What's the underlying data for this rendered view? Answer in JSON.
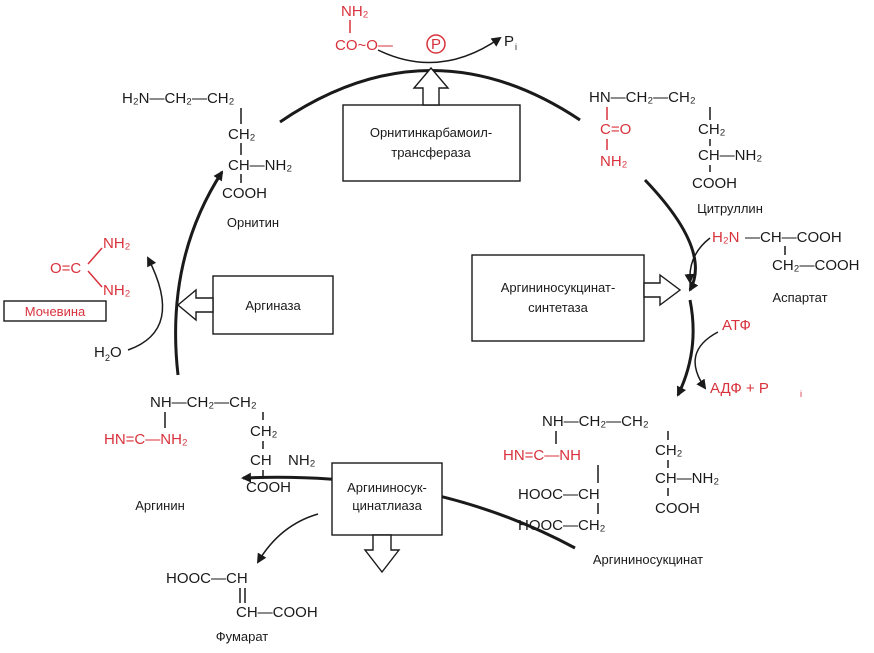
{
  "enzymes": {
    "otc": [
      "Орнитинкарбамоил-",
      "трансфераза"
    ],
    "ass": [
      "Аргининосукцинат-",
      "синтетаза"
    ],
    "asl": [
      "Аргининосук-",
      "цинатлиаза"
    ],
    "arginase": "Аргиназа"
  },
  "metabolites": {
    "ornithine": "Орнитин",
    "citrulline": "Цитруллин",
    "aspartate": "Аспартат",
    "argininosuccinate": "Аргининосукцинат",
    "arginine": "Аргинин",
    "fumarate": "Фумарат",
    "urea": "Мочевина"
  },
  "cofactors": {
    "atp": "АТФ",
    "adp_pi": "АДФ + P",
    "pi": "P",
    "water": "H",
    "phosphate_circle": "P"
  },
  "formulas": {
    "ornithine": [
      "H₂N—CH₂—CH₂",
      "CH₂",
      "CH—NH₂",
      "COOH"
    ],
    "carbamoyl": [
      "NH₂",
      "CO~O—"
    ],
    "citrulline": [
      "HN—CH₂—CH₂",
      "C=O",
      "NH₂",
      "CH₂",
      "CH—NH₂",
      "COOH"
    ],
    "aspartate": [
      "H₂N",
      "—CH—COOH",
      "CH₂—COOH"
    ],
    "argininosuccinate": [
      "NH—CH₂—CH₂",
      "HN=C—NH",
      "HOOC—CH",
      "HOOC—CH₂",
      "CH₂",
      "CH—NH₂",
      "COOH"
    ],
    "arginine": [
      "NH—CH₂—CH₂",
      "HN=C—NH₂",
      "CH₂",
      "CH",
      "NH₂",
      "COOH"
    ],
    "fumarate": [
      "HOOC—CH",
      "CH—COOH"
    ],
    "urea": [
      "O=C",
      "NH₂",
      "NH₂"
    ]
  },
  "colors": {
    "red": "#d8323c",
    "ink": "#1a1a1a"
  }
}
